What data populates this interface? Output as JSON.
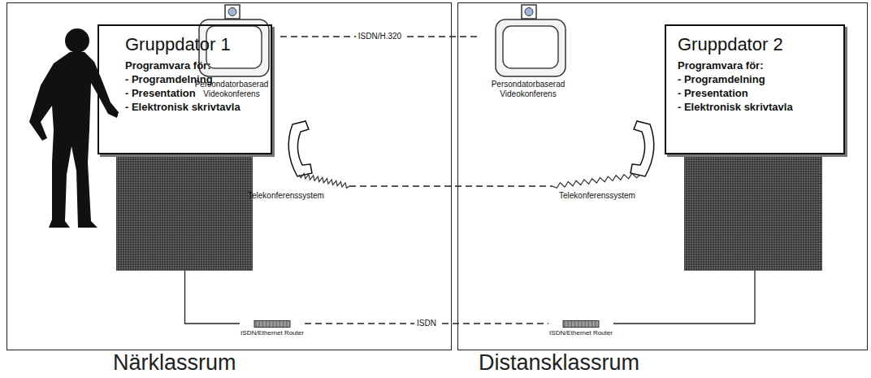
{
  "diagram": {
    "nodes": [
      {
        "text": [
          "Närklassrum"
        ]
      },
      {
        "text": [
          "Gruppdator 1",
          "Programvara för:",
          "- Programdelning",
          "- Presentation",
          "- Elektronisk skrivtavla"
        ],
        "in": 0
      },
      {
        "text": [
          "Persondatorbaserad Videokonferens"
        ],
        "in": 0
      },
      {
        "text": [
          "Telekonferenssystem"
        ],
        "in": 0
      },
      {
        "text": [
          "ISDN/Ethernet Router"
        ],
        "in": 0
      },
      {
        "text": [
          "Distansklassrum"
        ]
      },
      {
        "text": [
          "Persondatorbaserad Videokonferens"
        ],
        "in": 5
      },
      {
        "text": [
          "Telekonferenssystem"
        ],
        "in": 5
      },
      {
        "text": [
          "Gruppdator 2",
          "Programvara för:",
          "- Programdelning",
          "- Presentation",
          "- Elektronisk skrivtavla"
        ],
        "in": 5
      },
      {
        "text": [
          "ISDN/Ethernet Router"
        ],
        "in": 5
      }
    ],
    "edges": [
      {
        "from": 2,
        "to": 6,
        "label": "ISDN/H.320",
        "arrow": "none"
      },
      {
        "from": 3,
        "to": 7,
        "arrow": "none"
      },
      {
        "from": 4,
        "to": 9,
        "label": "ISDN",
        "arrow": "none"
      },
      {
        "from": 1,
        "to": 4,
        "arrow": "none"
      },
      {
        "from": 8,
        "to": 9,
        "arrow": "none"
      }
    ]
  }
}
